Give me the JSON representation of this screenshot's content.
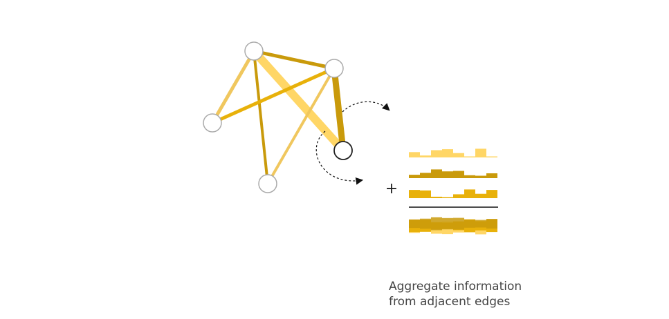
{
  "colors": {
    "yellow_light": "#ffd666",
    "yellow_mid": "#f0c75e",
    "gold": "#e8b10a",
    "gold_dark": "#c99a0b",
    "node_stroke": "#aaaaaa",
    "focus_stroke": "#222222",
    "arrow": "#111111"
  },
  "graph": {
    "nodes": [
      {
        "id": "top"
      },
      {
        "id": "right"
      },
      {
        "id": "left"
      },
      {
        "id": "bottom"
      },
      {
        "id": "target",
        "focus": true
      }
    ],
    "edges": [
      {
        "source": "top",
        "target": "right",
        "color": "gold_dark",
        "weight": 5
      },
      {
        "source": "top",
        "target": "left",
        "color": "yellow_mid",
        "weight": 5
      },
      {
        "source": "top",
        "target": "bottom",
        "color": "gold_dark",
        "weight": 4
      },
      {
        "source": "top",
        "target": "target",
        "color": "yellow_light",
        "weight": 12
      },
      {
        "source": "left",
        "target": "right",
        "color": "gold",
        "weight": 5
      },
      {
        "source": "right",
        "target": "bottom",
        "color": "yellow_mid",
        "weight": 4
      },
      {
        "source": "right",
        "target": "target",
        "color": "gold_dark",
        "weight": 9
      }
    ]
  },
  "messages": {
    "plus_sign": "+",
    "rows": [
      {
        "color": "yellow_light",
        "values": [
          0.55,
          0.2,
          0.75,
          0.85,
          0.45,
          0.1,
          0.9,
          0.05
        ]
      },
      {
        "color": "gold_dark",
        "values": [
          0.35,
          0.55,
          0.9,
          0.7,
          0.75,
          0.3,
          0.25,
          0.5
        ]
      },
      {
        "color": "gold",
        "values": [
          0.85,
          0.8,
          0.15,
          0.05,
          0.4,
          0.9,
          0.45,
          0.85
        ]
      }
    ]
  },
  "caption": {
    "line1": "Aggregate information",
    "line2": "from adjacent edges"
  }
}
